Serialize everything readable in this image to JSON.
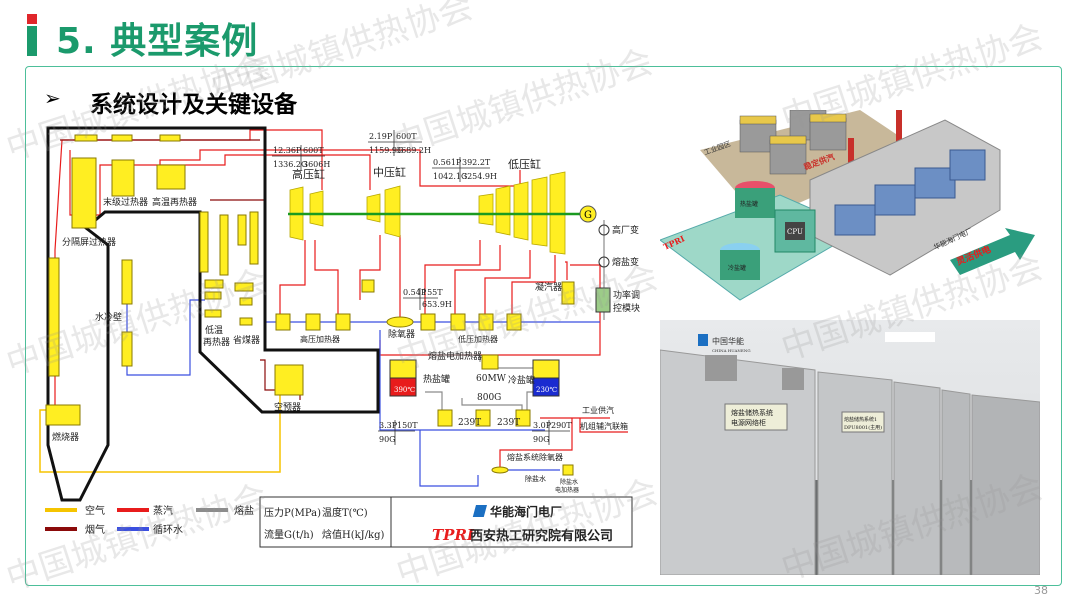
{
  "header": {
    "title": "5. 典型案例"
  },
  "section": {
    "bullet": "➢",
    "heading": "系统设计及关键设备"
  },
  "watermark": "中国城镇供热协会",
  "page_number": "38",
  "diagram": {
    "boiler": {
      "final_superheater": "末级过热器",
      "ht_reheater": "高温再热器",
      "platen_superheater": "分隔屏过热器",
      "water_wall": "水冷壁",
      "lt_reheater_1": "低温",
      "lt_reheater_2": "再热器",
      "economizer": "省煤器",
      "burner": "燃烧器",
      "air_preheater": "空预器"
    },
    "turbine": {
      "hp": "高压缸",
      "ip": "中压缸",
      "lp": "低压缸",
      "generator": "G",
      "unit_transformer": "高厂变",
      "salt_transformer": "熔盐变",
      "power_module_1": "功率调",
      "power_module_2": "控模块",
      "condenser": "凝汽器",
      "deaerator": "除氧器",
      "hp_heaters": "高压加热器",
      "lp_heaters": "低压加热器"
    },
    "params": {
      "hp": {
        "p": "12.36P",
        "t": "600T",
        "g": "1336.2G",
        "h": "3606H"
      },
      "ip": {
        "p": "2.19P",
        "t": "600T",
        "g": "1159.9G",
        "h": "3689.2H"
      },
      "lp": {
        "p": "0.561P",
        "t": "392.2T",
        "g": "1042.1G",
        "h": "3254.9H"
      },
      "dea": {
        "p": "0.54P",
        "t": "155T",
        "h": "653.9H"
      },
      "in": {
        "p": "3.3P",
        "t": "150T",
        "g": "90G"
      },
      "out": {
        "p": "3.0P",
        "t": "290T",
        "g": "90G"
      }
    },
    "salt": {
      "electric_heater": "熔盐电加热器",
      "power": "60MW",
      "hot_tank": "热盐罐",
      "hot_temp": "390℃",
      "cold_tank": "冷盐罐",
      "cold_temp": "230℃",
      "flow": "800G",
      "t1": "239T",
      "t2": "239T",
      "industrial_steam": "工业供汽",
      "aux_header": "机组辅汽联箱",
      "salt_deaerator": "熔盐系统除氧器",
      "demin_water": "除盐水",
      "demin_heater_1": "除盐水",
      "demin_heater_2": "电加热器"
    },
    "legend": [
      {
        "label": "空气",
        "color": "#f5c400"
      },
      {
        "label": "烟气",
        "color": "#8b0a0a"
      },
      {
        "label": "蒸汽",
        "color": "#e81c1c"
      },
      {
        "label": "循环水",
        "color": "#3b4fe0"
      },
      {
        "label": "熔盐",
        "color": "#8c8c8c"
      }
    ],
    "units": {
      "pressure": "压力P(MPa)",
      "temperature": "温度T(℃)",
      "flow": "流量G(t/h)",
      "enthalpy": "焓值H(kJ/kg)"
    },
    "companies": {
      "plant": "华能海门电厂",
      "tpri_logo": "TPRI",
      "institute": "西安热工研究院有限公司"
    }
  },
  "render3d": {
    "industrial_park": "工业园区",
    "steady_steam": "稳定供汽",
    "hot_tank": "热盐罐",
    "cold_tank": "冷盐罐",
    "cpu": "CPU",
    "plant": "华能海门电厂",
    "flexible_power": "灵活供电",
    "tpri": "TPRI"
  },
  "photo": {
    "brand": "中国华能",
    "brand_en": "CHINA HUANENG",
    "cabinet_label_1": "熔盐储热系统",
    "cabinet_label_2": "电源网络柜",
    "cabinet2_label_1": "熔盐储热系统1",
    "cabinet2_label_2": "DPU8001(主用)"
  },
  "colors": {
    "accent": "#1b9a6c",
    "red": "#e0262b"
  }
}
